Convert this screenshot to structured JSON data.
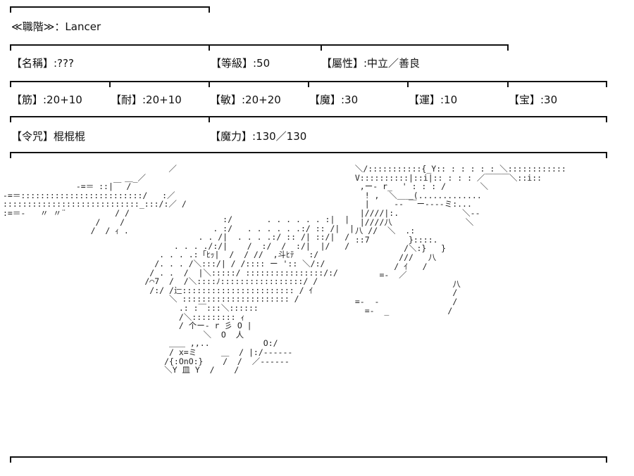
{
  "profile": {
    "class_label": "≪職階≫：Lancer",
    "name": "【名稱】:???",
    "level": "【等級】:50",
    "alignment": "【屬性】:中立／善良",
    "str": "【筋】:20+10",
    "end": "【耐】:20+10",
    "agi": "【敏】:20+20",
    "mag": "【魔】:30",
    "luck": "【運】:10",
    "np": "【宝】:30",
    "command_seals": "【令咒】棍棍棍",
    "mana": "【魔力】:130／130"
  },
  "art": {
    "left_block": "                                  ／\n                         ＿_／\n               -=＝ ::|￣ /\n-=＝:::::::::::::::::::::::::/   :／\n::::::::::::::::::::::::::::_:::/:／ /\n:=＝-   〃 〃¨          / /\n                   /    /\n                  /  / ｨ .",
    "middle_block": "                        :/       . . . . . . :|  |\n                      . :/   . . . . . .:/ :: /|  |\n                   . . /|  . . . .:/ :: /| ::/|  /\n              . . . ./:/|    /  :/  /  :/|  |/   /\n           . . . .:「ﾋｯ|  /  / //  ,斗ﾋﾃ   :/\n          /. . . /＼:::/| / /:::: ー ':: ＼/:/\n         / . .  /  |＼:::::/ ::::::::::::::::/:/\n        /⌒7  /  /＼::::ﾉ:::::::::::::::::/ /\n         /:/ /辷::::::::::::::::::::::: / ｲ\n             ＼ :::::::::::::::::::::: /\n               .: :￣:::＼::::::\n               /＼::::::::: ｨ\n               / 个ー‐ r 彡 O |\n                    ＼  O  人\n             ＿＿ ,,..           O:/\n             / x=ミ     ＿  / |:/‐‐‐‐‐‐\n            /{:OnO:}    /  /  ／‐‐‐‐‐‐\n            ＼Y 皿 Y  /    /",
    "right_block": "  ＼/:::::::::::{_Y:: : : : : : ＼::::::::::::\n  V::::::::::|::i|:: : : : ／￣￣￣＼::i::\n   ,ー‐ r_  ' : : : /       ＼\n    ! ,  ＼＿＿(.............\n    |     ‐‐ ￣ー‐‐‐‐ミ:...\n   |////|:.             ＼‐‐\n   |////八               ＼\n  八 //  ＼  .:\n  ::7        }::::.\n            /＼:}   }\n           ///   八\n          / ｲ   /\n       =-  ／\n                      八\n                      /\n  =-  -               /\n    =-  _            /"
  }
}
